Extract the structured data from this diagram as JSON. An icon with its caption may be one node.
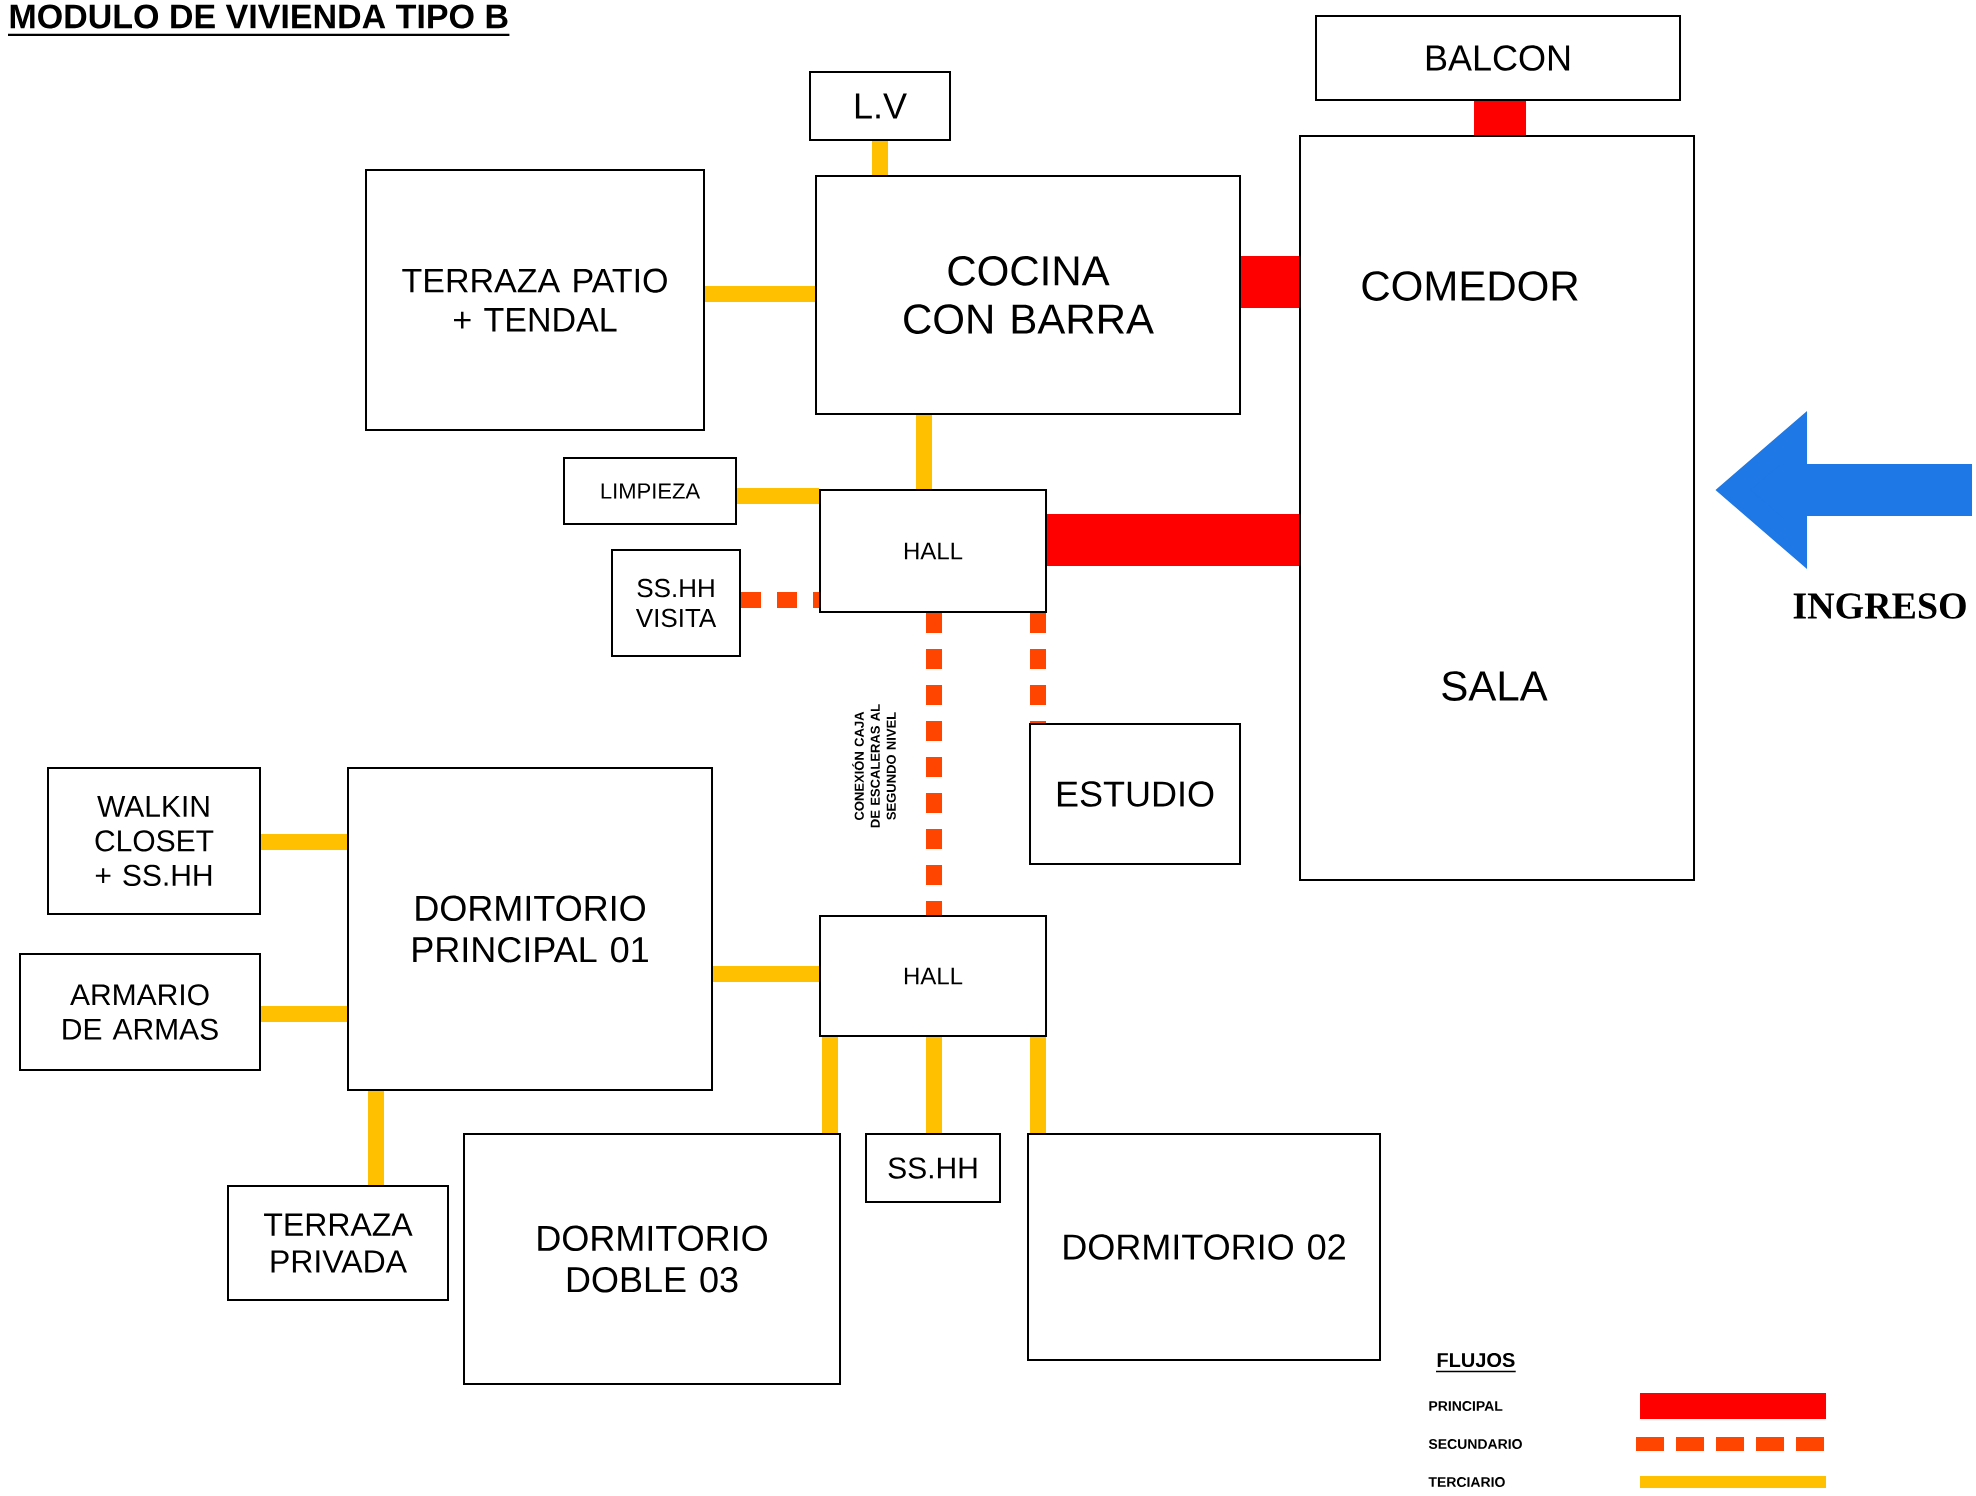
{
  "diagram": {
    "title": "MODULO DE VIVIENDA TIPO B",
    "nodes": [
      {
        "text": [
          "BALCON"
        ]
      },
      {
        "text": [
          "L.V"
        ]
      },
      {
        "text": [
          "TERRAZA PATIO + TENDAL"
        ]
      },
      {
        "text": [
          "COCINA CON BARRA"
        ]
      },
      {
        "text": [
          "COMEDOR",
          "SALA"
        ]
      },
      {
        "text": [
          "LIMPIEZA"
        ]
      },
      {
        "text": [
          "HALL"
        ]
      },
      {
        "text": [
          "SS.HH VISITA"
        ]
      },
      {
        "text": [
          "ESTUDIO"
        ]
      },
      {
        "text": [
          "WALKIN CLOSET + SS.HH"
        ]
      },
      {
        "text": [
          "DORMITORIO PRINCIPAL 01"
        ]
      },
      {
        "text": [
          "HALL"
        ]
      },
      {
        "text": [
          "ARMARIO DE ARMAS"
        ]
      },
      {
        "text": [
          "TERRAZA PRIVADA"
        ]
      },
      {
        "text": [
          "DORMITORIO DOBLE 03"
        ]
      },
      {
        "text": [
          "SS.HH"
        ]
      },
      {
        "text": [
          "DORMITORIO 02"
        ]
      }
    ],
    "edges": [
      {
        "from": 0,
        "to": 4,
        "arrow": "none",
        "style": "thick",
        "color": "#ff0000"
      },
      {
        "from": 1,
        "to": 3,
        "arrow": "none"
      },
      {
        "from": 2,
        "to": 3,
        "arrow": "none"
      },
      {
        "from": 3,
        "to": 4,
        "arrow": "none",
        "style": "thick",
        "color": "#ff0000"
      },
      {
        "from": 3,
        "to": 6,
        "arrow": "none"
      },
      {
        "from": 5,
        "to": 6,
        "arrow": "none"
      },
      {
        "from": 7,
        "to": 6,
        "arrow": "none",
        "style": "dashed",
        "color": "#ff4500"
      },
      {
        "from": 6,
        "to": 4,
        "arrow": "none",
        "style": "thick",
        "color": "#ff0000"
      },
      {
        "from": 6,
        "to": 8,
        "arrow": "none",
        "style": "dashed",
        "color": "#ff4500"
      },
      {
        "from": 6,
        "to": 11,
        "arrow": "none",
        "style": "dashed",
        "color": "#ff4500",
        "label": "CONEXIÓN CAJA DE ESCALERAS AL SEGUNDO NIVEL"
      },
      {
        "from": 9,
        "to": 10,
        "arrow": "none"
      },
      {
        "from": 12,
        "to": 10,
        "arrow": "none"
      },
      {
        "from": 10,
        "to": 11,
        "arrow": "none"
      },
      {
        "from": 10,
        "to": 13,
        "arrow": "none"
      },
      {
        "from": 11,
        "to": 14,
        "arrow": "none"
      },
      {
        "from": 11,
        "to": 15,
        "arrow": "none"
      },
      {
        "from": 11,
        "to": 16,
        "arrow": "none"
      },
      {
        "from": null,
        "to": 4,
        "arrow": "to",
        "style": "thick",
        "color": "#1e78e6",
        "label": "INGRESO"
      }
    ],
    "labels": [
      "FLUJOS"
    ],
    "legend": [
      {
        "text": "PRINCIPAL",
        "color": "#ff0000"
      },
      {
        "text": "SECUNDARIO"
      },
      {
        "text": "TERCIARIO",
        "color": "#ffc000"
      }
    ]
  }
}
